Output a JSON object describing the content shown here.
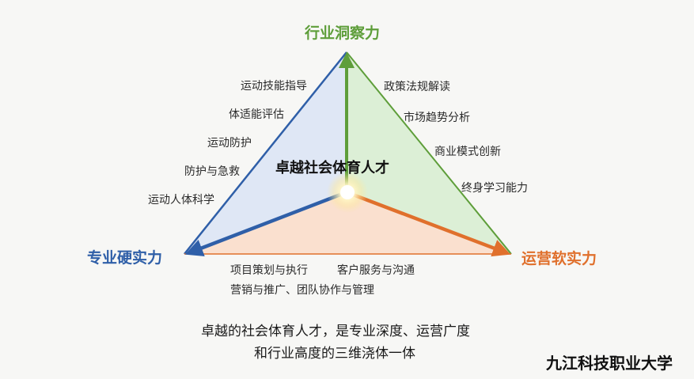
{
  "center_title": "卓越社会体育人才",
  "axes": {
    "top": {
      "label": "行业洞察力",
      "color": "#5e9e3a"
    },
    "left": {
      "label": "专业硬实力",
      "color": "#2f5fa8"
    },
    "right": {
      "label": "运营软实力",
      "color": "#e0702c"
    }
  },
  "left_items": [
    "运动技能指导",
    "体适能评估",
    "运动防护",
    "防护与急救",
    "运动人体科学"
  ],
  "right_items": [
    "政策法规解读",
    "市场趋势分析",
    "商业模式创新",
    "终身学习能力"
  ],
  "bottom_items": [
    "项目策划与执行",
    "客户服务与沟通",
    "营销与推广、团队协作与管理"
  ],
  "summary": [
    "卓越的社会体育人才，是专业深度、运营广度",
    "和行业高度的三维浇体一体"
  ],
  "institution": "九江科技职业大学",
  "region_colors": {
    "left": "#dfe7f5",
    "right": "#dcefd6",
    "bottom": "#fae0cf"
  }
}
